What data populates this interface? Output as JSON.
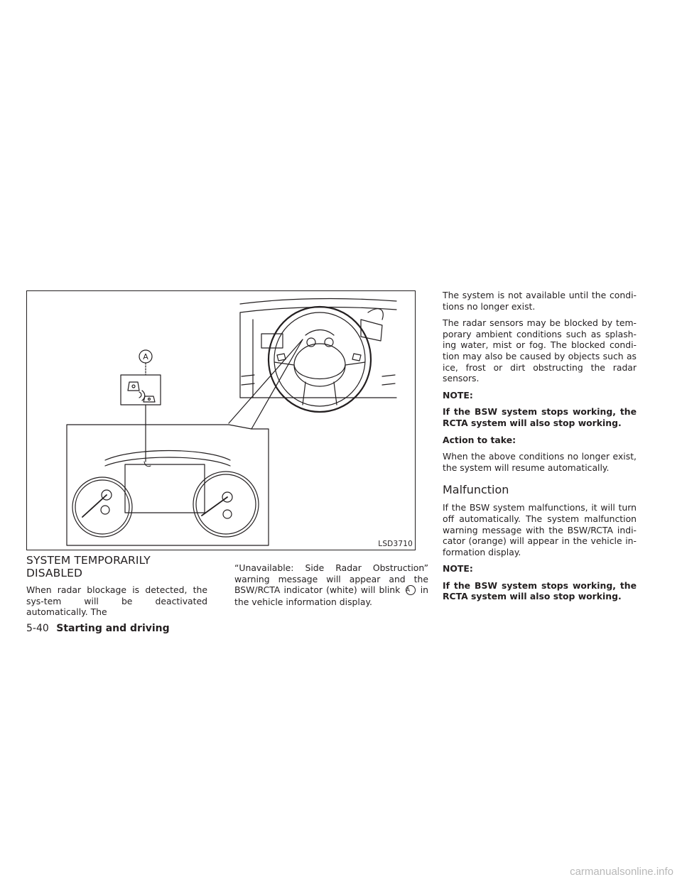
{
  "figure": {
    "callout_letter": "A",
    "code": "LSD3710"
  },
  "section_heading": "SYSTEM TEMPORARILY DISABLED",
  "col1": {
    "para1": "When radar blockage is detected, the sys-tem will be deactivated automatically. The"
  },
  "col2": {
    "para1_before_marker": "“Unavailable: Side Radar Obstruction” warning message will appear and the BSW/RCTA indicator (white) will blink",
    "marker": "A",
    "para1_after_marker": "in the vehicle information display."
  },
  "col3": {
    "p1": "The system is not available until the condi-tions no longer exist.",
    "p2": "The radar sensors may be blocked by tem-porary ambient conditions such as splash-ing water, mist or fog. The blocked condi-tion may also be caused by objects such as ice, frost or dirt obstructing the radar sensors.",
    "note1_label": "NOTE:",
    "note1_text": "If the BSW system stops working, the RCTA system will also stop working.",
    "action_label": "Action to take:",
    "action_text": "When the above conditions no longer exist, the system will resume automatically.",
    "malfunction_heading": "Malfunction",
    "malfunction_text": "If the BSW system malfunctions, it will turn off automatically. The system malfunction warning message with the BSW/RCTA indi-cator (orange) will appear in the vehicle in-formation display.",
    "note2_label": "NOTE:",
    "note2_text": "If the BSW system stops working, the RCTA system will also stop working."
  },
  "footer": {
    "page_number": "5-40",
    "chapter": "Starting and driving"
  },
  "watermark": "carmanualsonline.info"
}
